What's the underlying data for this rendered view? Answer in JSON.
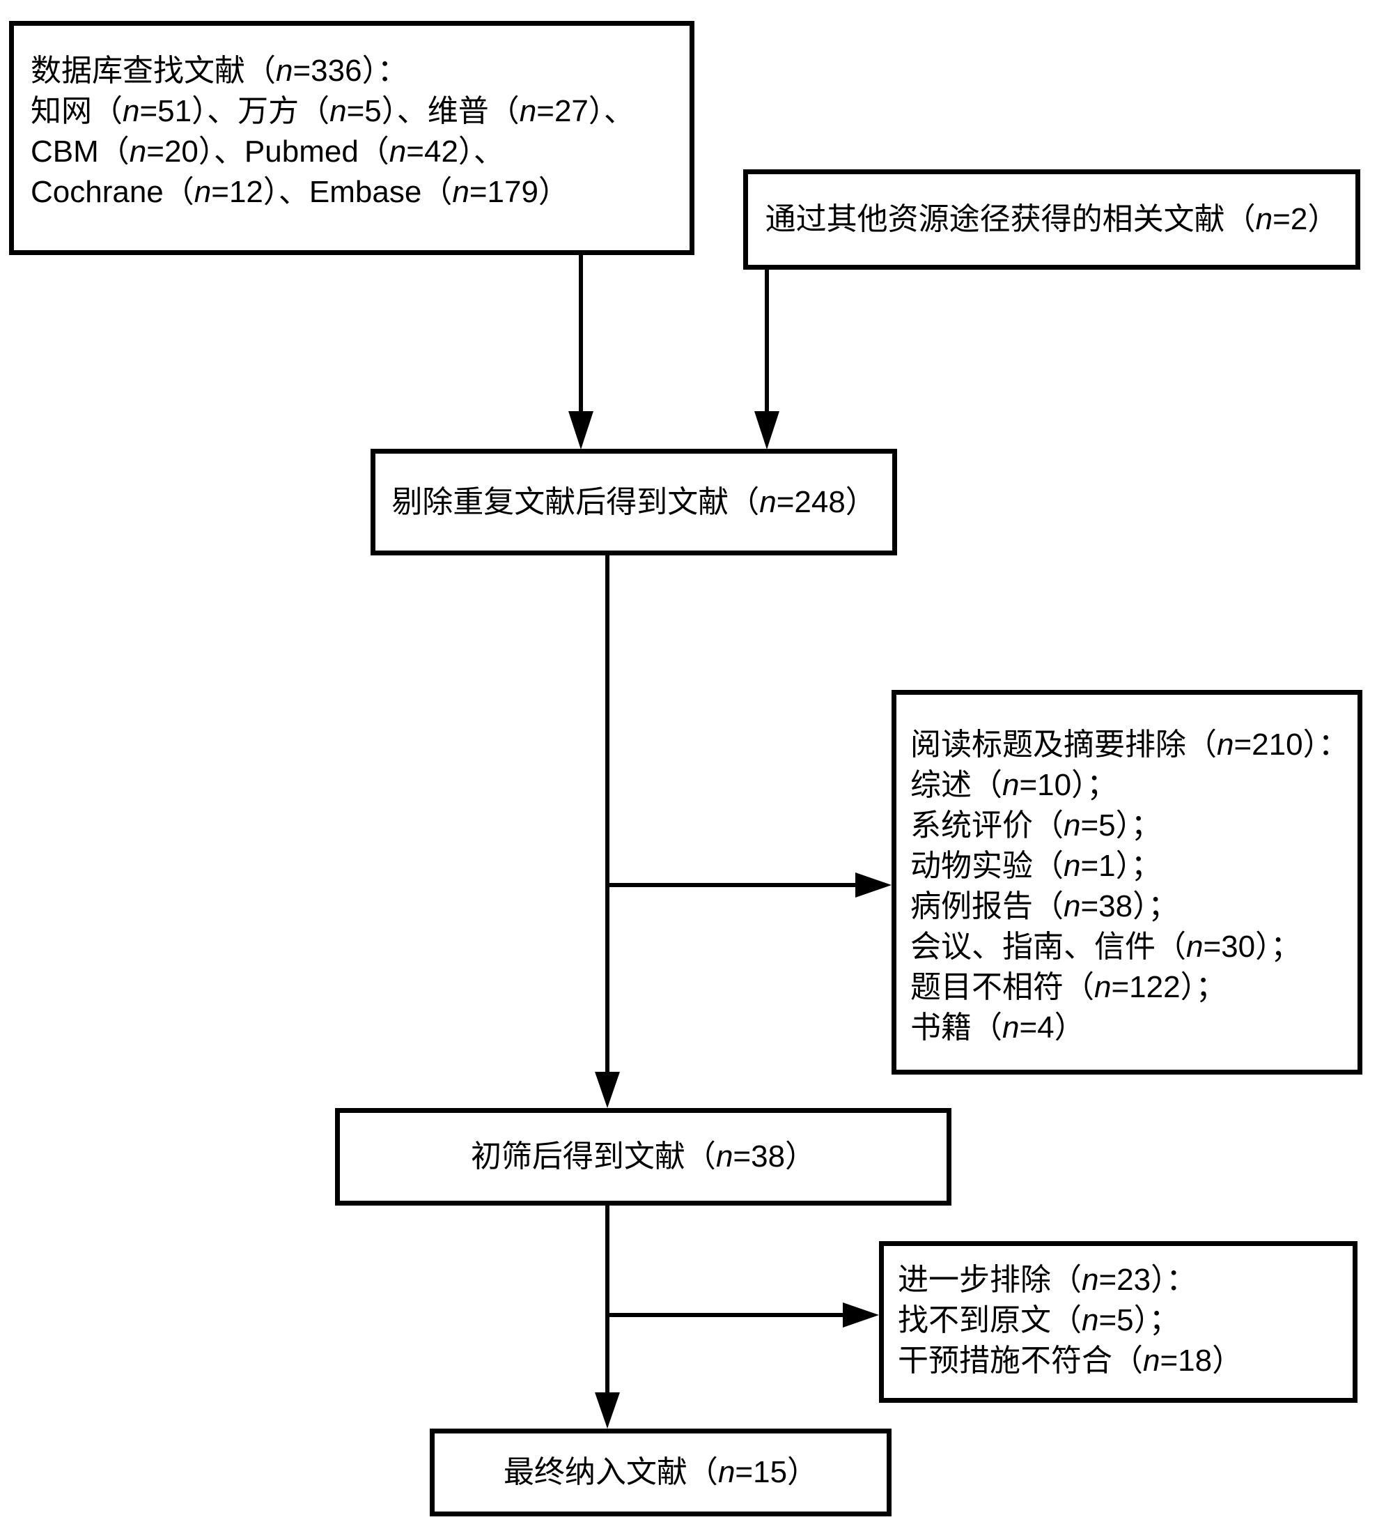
{
  "colors": {
    "background": "#ffffff",
    "line": "#000000",
    "text": "#000000"
  },
  "flowchart": {
    "boxes": {
      "database_search": {
        "lines": [
          "数据库查找文献（n=336）：",
          "知网（n=51）、万方（n=5）、维普（n=27）、",
          "CBM（n=20）、Pubmed（n=42）、",
          "Cochrane（n=12）、Embase（n=179）"
        ]
      },
      "other_sources": {
        "label": "通过其他资源途径获得的相关文献（n=2）"
      },
      "deduplicated": {
        "label": "剔除重复文献后得到文献（n=248）"
      },
      "title_abstract_exclusion": {
        "lines": [
          "阅读标题及摘要排除（n=210）：",
          "综述（n=10）；",
          "系统评价（n=5）；",
          "动物实验（n=1）；",
          "病例报告（n=38）；",
          "会议、指南、信件（n=30）；",
          "题目不相符（n=122）；",
          "书籍（n=4）"
        ]
      },
      "initial_screening": {
        "label": "初筛后得到文献（n=38）"
      },
      "further_exclusion": {
        "lines": [
          "进一步排除（n=23）：",
          "找不到原文（n=5）；",
          "干预措施不符合（n=18）"
        ]
      },
      "final_included": {
        "label": "最终纳入文献（n=15）"
      }
    }
  }
}
